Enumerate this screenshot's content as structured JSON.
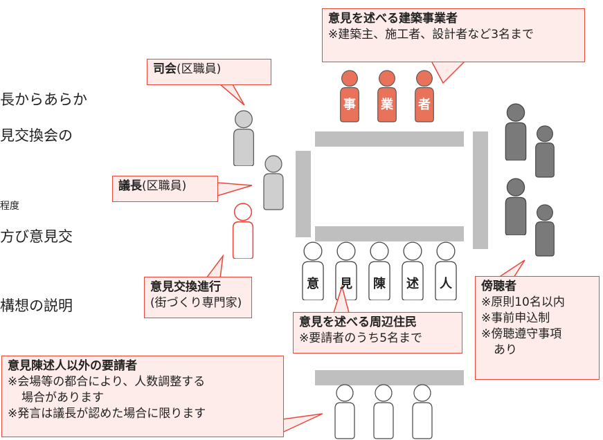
{
  "background_text": {
    "line1": "長からあらか",
    "line2": "見交換会の",
    "line3": "程度",
    "line4": "び意見交",
    "line5": "構想の説明"
  },
  "callouts": {
    "builder": {
      "title": "意見を述べる建築事業者",
      "note": "※建築主、施工者、設計者など3名まで"
    },
    "mc": {
      "title": "司会",
      "paren": "(区職員)"
    },
    "chair": {
      "title": "議長",
      "paren": "(区職員)"
    },
    "facilitator": {
      "title": "意見交換進行",
      "paren": "(街づくり専門家)"
    },
    "residents": {
      "title": "意見を述べる周辺住民",
      "note": "※要請者のうち5名まで"
    },
    "observers": {
      "title": "傍聴者",
      "note1": "※原則10名以内",
      "note2": "※事前申込制",
      "note3": "※傍聴遵守事項",
      "note4": "あり"
    },
    "others": {
      "title": "意見陳述人以外の要請者",
      "note1": "※会場等の都合により、人数調整する",
      "note2": "場合があります",
      "note3": "※発言は議長が認めた場合に限ります"
    }
  },
  "builder_seats": [
    "事",
    "業",
    "者"
  ],
  "resident_seats": [
    "意",
    "見",
    "陳",
    "述",
    "人"
  ],
  "colors": {
    "callout_fill": "#fdecea",
    "callout_border": "#e8473a",
    "builder_person": "#e8735a",
    "staff_person": "#bdbdbd",
    "observer_person": "#7a7a7a",
    "table": "#bfbfbf"
  }
}
